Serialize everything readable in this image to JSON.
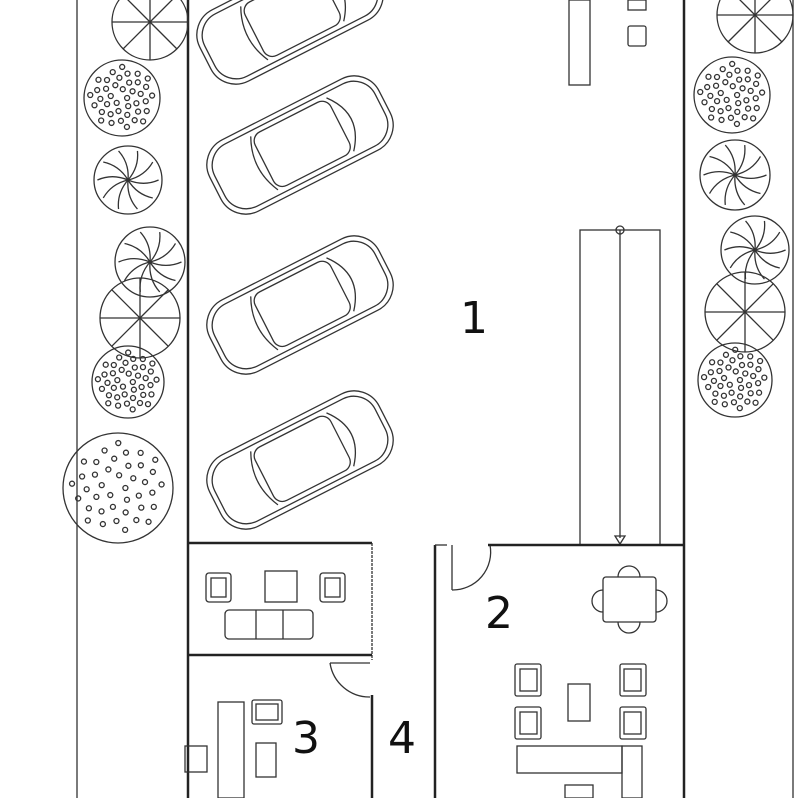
{
  "plan": {
    "rooms": [
      {
        "label": "1"
      },
      {
        "label": "2"
      },
      {
        "label": "3"
      },
      {
        "label": "4"
      }
    ],
    "colors": {
      "line": "#333333",
      "background": "#ffffff"
    }
  }
}
